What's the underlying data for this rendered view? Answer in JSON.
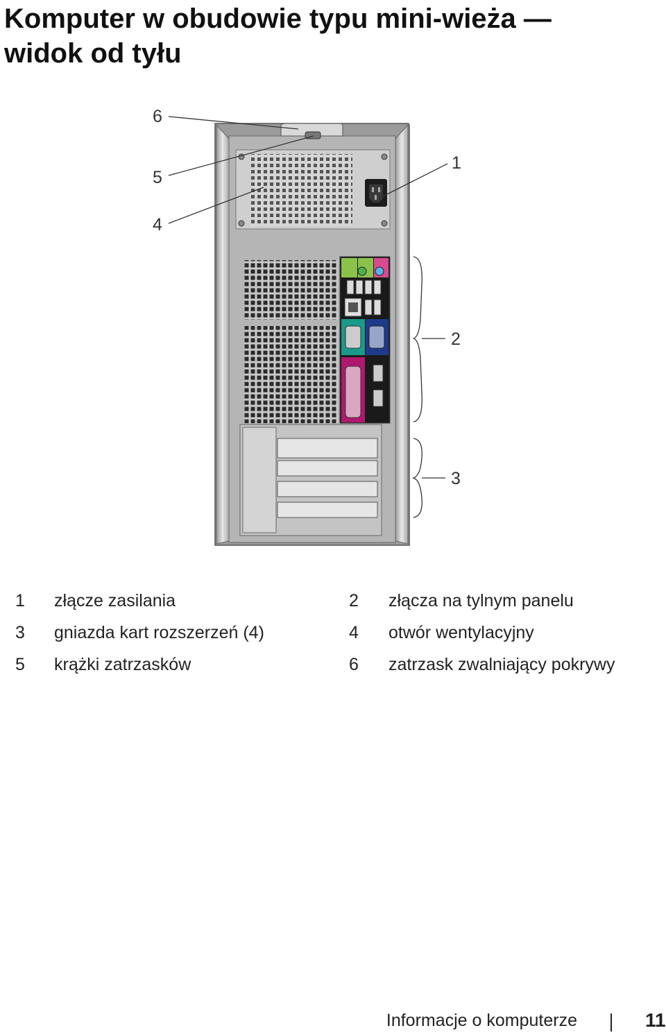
{
  "page": {
    "title_line1": "Komputer w obudowie typu mini-wieża —",
    "title_line2": "widok od tyłu"
  },
  "figure": {
    "callouts": [
      "6",
      "5",
      "4",
      "1",
      "2",
      "3"
    ]
  },
  "legend": [
    {
      "num": "1",
      "text": "złącze zasilania",
      "num2": "2",
      "text2": "złącza na tylnym panelu"
    },
    {
      "num": "3",
      "text": "gniazda kart rozszerzeń (4)",
      "num2": "4",
      "text2": "otwór wentylacyjny"
    },
    {
      "num": "5",
      "text": "krążki zatrzasków",
      "num2": "6",
      "text2": "zatrzask zwalniający pokrywy"
    }
  ],
  "footer": {
    "section": "Informacje o komputerze",
    "page_number": "11"
  }
}
